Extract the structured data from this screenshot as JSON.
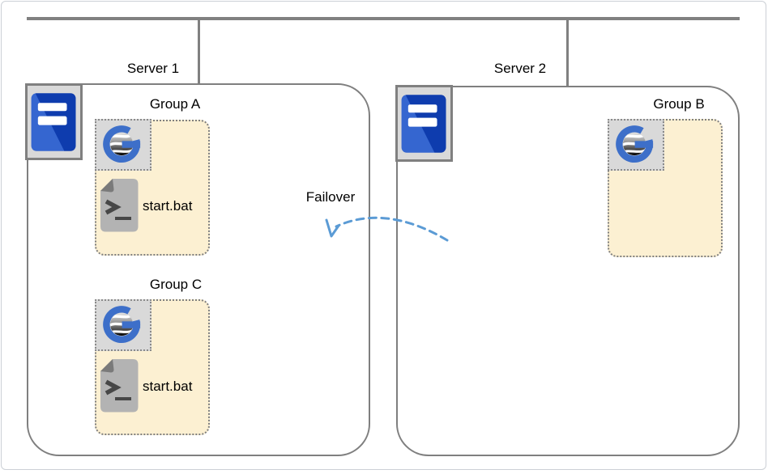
{
  "diagram_title": "Failover diagram with two servers and sync job groups",
  "network": {
    "bus": "top horizontal connector line",
    "drops": [
      "connector to Server 1",
      "connector to Server 2"
    ]
  },
  "servers": [
    {
      "name": "Server 1",
      "icon": "server-tower-icon",
      "groups": [
        {
          "name": "Group A",
          "app_icon": "g-logo-icon",
          "script_icon": "batch-file-icon",
          "script_label": "start.bat"
        },
        {
          "name": "Group C",
          "app_icon": "g-logo-icon",
          "script_icon": "batch-file-icon",
          "script_label": "start.bat"
        }
      ]
    },
    {
      "name": "Server 2",
      "icon": "server-tower-icon",
      "groups": [
        {
          "name": "Group B",
          "app_icon": "g-logo-icon"
        }
      ]
    }
  ],
  "failover": {
    "label": "Failover",
    "direction": "from Server 2 to Server 1",
    "style": "dashed blue arc arrow"
  },
  "colors": {
    "connector_gray": "#808080",
    "box_border_gray": "#7f7f7f",
    "group_fill": "#fcf0d2",
    "icon_background": "#d9d9d9",
    "arrow_blue": "#5b9bd5",
    "server_blue_dark": "#0e3cae",
    "server_blue_light": "#3566d0",
    "logo_blue": "#3d6fc9"
  }
}
